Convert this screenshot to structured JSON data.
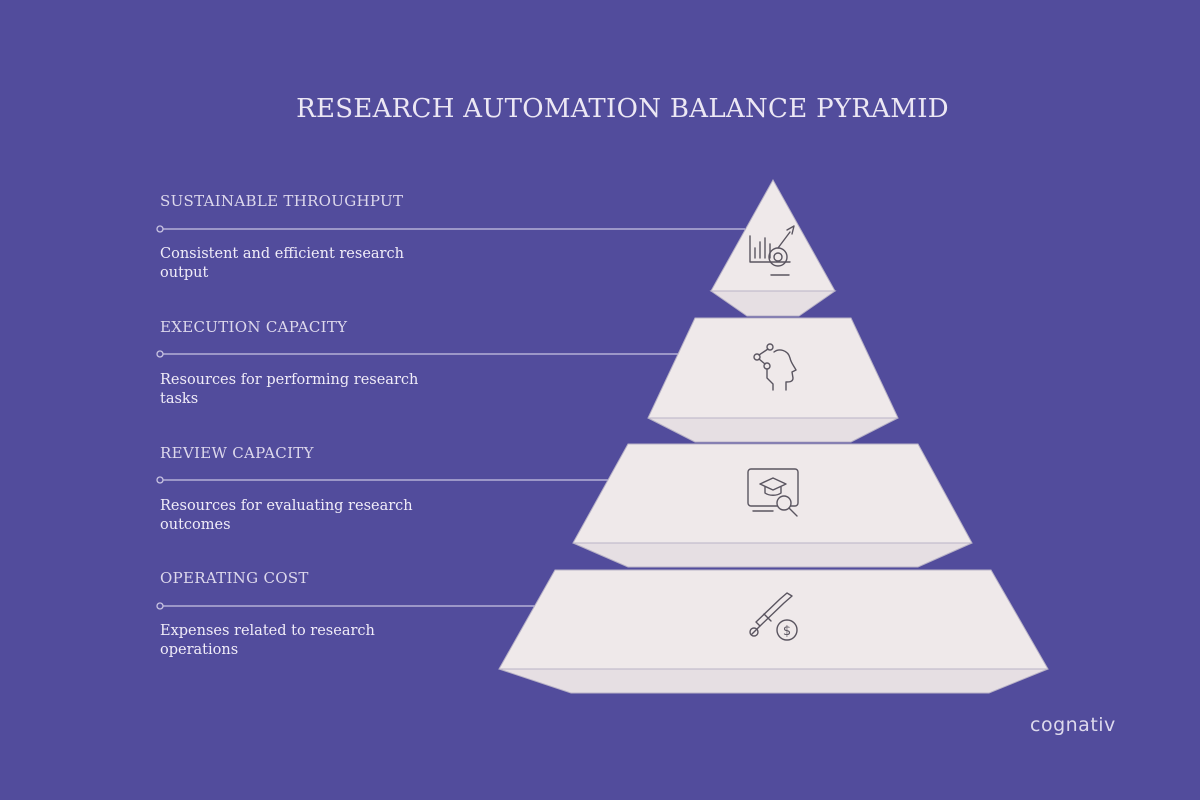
{
  "title": "RESEARCH AUTOMATION BALANCE PYRAMID",
  "levels": [
    {
      "label": "SUSTAINABLE THROUGHPUT",
      "description": "Consistent and efficient research output",
      "icon": "analytics-chart-icon"
    },
    {
      "label": "EXECUTION CAPACITY",
      "description": "Resources for performing research tasks",
      "icon": "head-network-icon"
    },
    {
      "label": "REVIEW CAPACITY",
      "description": "Resources for evaluating research outcomes",
      "icon": "graduation-review-icon"
    },
    {
      "label": "OPERATING COST",
      "description": "Expenses related to research operations",
      "icon": "cost-tool-icon"
    }
  ],
  "brand": "cognativ",
  "colors": {
    "background": "#524c9c",
    "tier_face": "#efe9ea",
    "tier_edge": "#a8a2b8",
    "line": "#c9c4e2",
    "icon_stroke": "#5a5560"
  }
}
